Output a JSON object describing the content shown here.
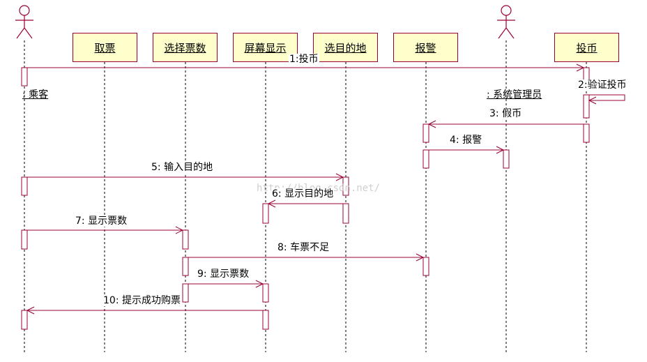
{
  "actors": [
    {
      "id": "passenger",
      "label": ": 乘客",
      "icon": "stick-figure"
    },
    {
      "id": "admin",
      "label": ": 系统管理员",
      "icon": "stick-figure"
    }
  ],
  "objects": [
    {
      "id": "qupiao",
      "label": "取票"
    },
    {
      "id": "xuanze",
      "label": "选择票数"
    },
    {
      "id": "pingmu",
      "label": "屏幕显示"
    },
    {
      "id": "mudidi",
      "label": "选目的地"
    },
    {
      "id": "baojing",
      "label": "报警"
    },
    {
      "id": "toubi",
      "label": "投币"
    }
  ],
  "messages": [
    {
      "label": "1:投币",
      "from": "passenger",
      "to": "toubi"
    },
    {
      "label": "2:验证投币",
      "from": "toubi",
      "to": "toubi",
      "self": true
    },
    {
      "label": "3: 假币",
      "from": "toubi",
      "to": "baojing"
    },
    {
      "label": "4: 报警",
      "from": "baojing",
      "to": "admin"
    },
    {
      "label": "5: 输入目的地",
      "from": "passenger",
      "to": "mudidi"
    },
    {
      "label": "6: 显示目的地",
      "from": "mudidi",
      "to": "pingmu"
    },
    {
      "label": "7: 显示票数",
      "from": "passenger",
      "to": "xuanze"
    },
    {
      "label": "8: 车票不足",
      "from": "xuanze",
      "to": "baojing"
    },
    {
      "label": "9: 显示票数",
      "from": "xuanze",
      "to": "pingmu"
    },
    {
      "label": "10: 提示成功购票",
      "from": "pingmu",
      "to": "passenger"
    }
  ],
  "watermark": "http://blog.csdn.net/",
  "colors": {
    "line": "#990033",
    "box_fill": "#ffffcc",
    "lifeline": "#000000"
  }
}
